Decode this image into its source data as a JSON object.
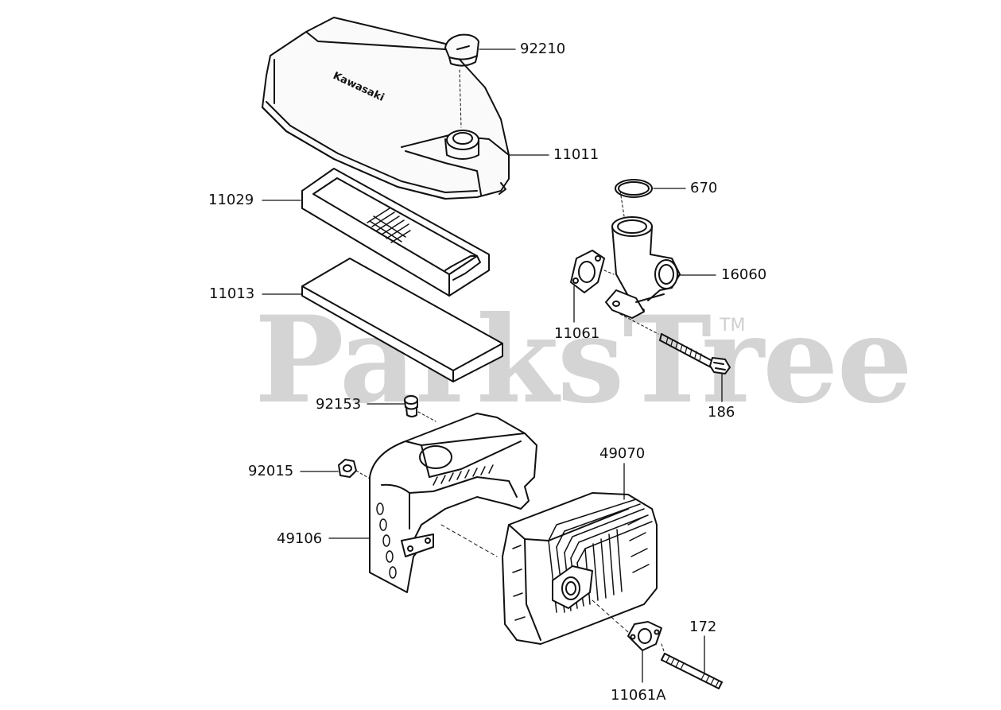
{
  "watermark": {
    "text": "ParksTree",
    "trademark": "TM"
  },
  "brand_mark": {
    "text": "Kawasaki"
  },
  "parts": [
    {
      "id": "p92210",
      "number": "92210",
      "name": "cap"
    },
    {
      "id": "p11011",
      "number": "11011",
      "name": "air-cleaner-cover"
    },
    {
      "id": "p11029",
      "number": "11029",
      "name": "air-filter-element"
    },
    {
      "id": "p11013",
      "number": "11013",
      "name": "pre-cleaner"
    },
    {
      "id": "p670",
      "number": "670",
      "name": "o-ring"
    },
    {
      "id": "p16060",
      "number": "16060",
      "name": "intake-elbow"
    },
    {
      "id": "p11061",
      "number": "11061",
      "name": "gasket"
    },
    {
      "id": "p186",
      "number": "186",
      "name": "bolt"
    },
    {
      "id": "p92153",
      "number": "92153",
      "name": "screw"
    },
    {
      "id": "p92015",
      "number": "92015",
      "name": "nut"
    },
    {
      "id": "p49070",
      "number": "49070",
      "name": "muffler"
    },
    {
      "id": "p49106",
      "number": "49106",
      "name": "muffler-guard"
    },
    {
      "id": "p172",
      "number": "172",
      "name": "stud"
    },
    {
      "id": "p11061A",
      "number": "11061A",
      "name": "muffler-gasket"
    }
  ]
}
